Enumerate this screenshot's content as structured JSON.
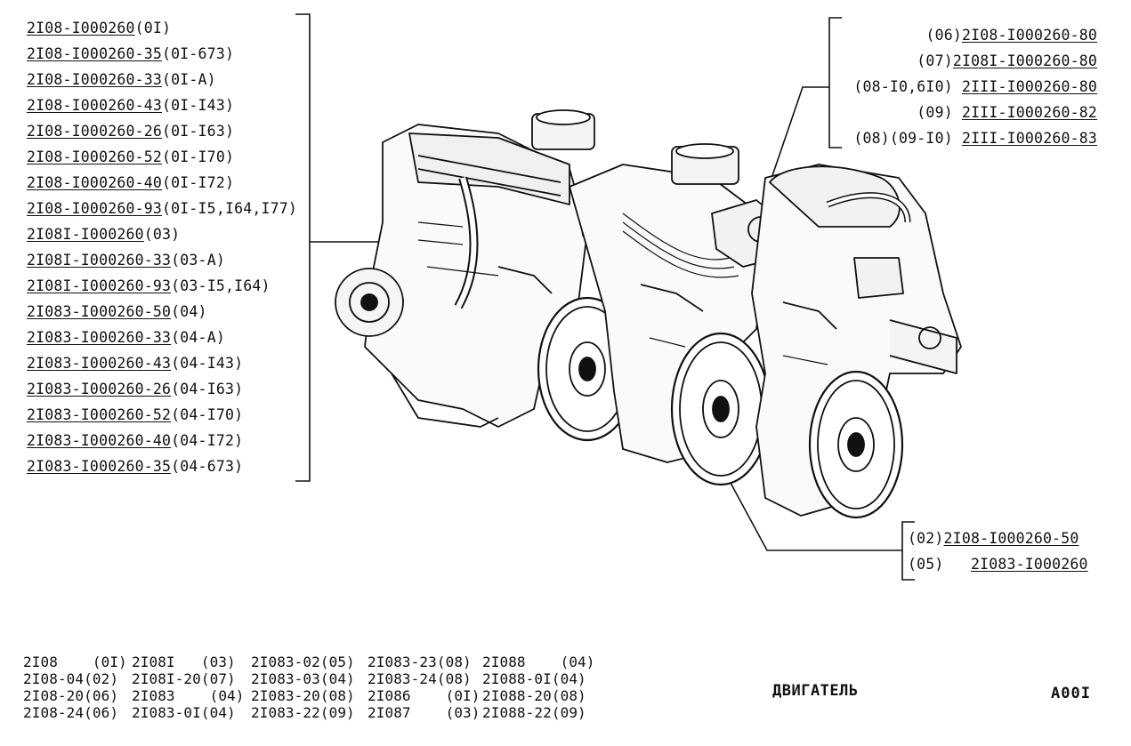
{
  "left_parts": [
    {
      "part": "2I08-I000260",
      "suffix": "(0I)"
    },
    {
      "part": "2I08-I000260-35",
      "suffix": "(0I-673)"
    },
    {
      "part": "2I08-I000260-33",
      "suffix": "(0I-A)"
    },
    {
      "part": "2I08-I000260-43",
      "suffix": "(0I-I43)"
    },
    {
      "part": "2I08-I000260-26",
      "suffix": "(0I-I63)"
    },
    {
      "part": "2I08-I000260-52",
      "suffix": "(0I-I70)"
    },
    {
      "part": "2I08-I000260-40",
      "suffix": "(0I-I72)"
    },
    {
      "part": "2I08-I000260-93",
      "suffix": "(0I-I5,I64,I77)"
    },
    {
      "part": "2I08I-I000260",
      "suffix": "(03)"
    },
    {
      "part": "2I08I-I000260-33",
      "suffix": "(03-A)"
    },
    {
      "part": "2I08I-I000260-93",
      "suffix": "(03-I5,I64)"
    },
    {
      "part": "2I083-I000260-50",
      "suffix": "(04)"
    },
    {
      "part": "2I083-I000260-33",
      "suffix": "(04-A)"
    },
    {
      "part": "2I083-I000260-43",
      "suffix": "(04-I43)"
    },
    {
      "part": "2I083-I000260-26",
      "suffix": "(04-I63)"
    },
    {
      "part": "2I083-I000260-52",
      "suffix": "(04-I70)"
    },
    {
      "part": "2I083-I000260-40",
      "suffix": "(04-I72)"
    },
    {
      "part": "2I083-I000260-35",
      "suffix": "(04-673)"
    }
  ],
  "right_parts": [
    {
      "prefix": "(06)",
      "part": "2I08-I000260-80"
    },
    {
      "prefix": "(07)",
      "part": "2I08I-I000260-80"
    },
    {
      "prefix": "(08-I0,6I0)",
      "part": "2III-I000260-80"
    },
    {
      "prefix": "(09)",
      "part": "2III-I000260-82"
    },
    {
      "prefix": "(08)(09-I0)",
      "part": "2III-I000260-83"
    }
  ],
  "bottom_parts": [
    {
      "prefix": "(02)",
      "part": "2I08-I000260-50"
    },
    {
      "prefix": "(05)",
      "part": "2I083-I000260"
    }
  ],
  "variants": [
    [
      "2I08    (0I)",
      "2I08-04(02)",
      "2I08-20(06)",
      "2I08-24(06)"
    ],
    [
      "2I08I   (03)",
      "2I08I-20(07)",
      "2I083    (04)",
      "2I083-0I(04)"
    ],
    [
      "2I083-02(05)",
      "2I083-03(04)",
      "2I083-20(08)",
      "2I083-22(09)"
    ],
    [
      "2I083-23(08)",
      "2I083-24(08)",
      "2I086    (0I)",
      "2I087    (03)"
    ],
    [
      "2I088    (04)",
      "2I088-0I(04)",
      "2I088-20(08)",
      "2I088-22(09)"
    ]
  ],
  "title": "ДВИГАТЕЛЬ",
  "page_code": "A00I",
  "colors": {
    "ink": "#111111",
    "paper": "#ffffff"
  }
}
